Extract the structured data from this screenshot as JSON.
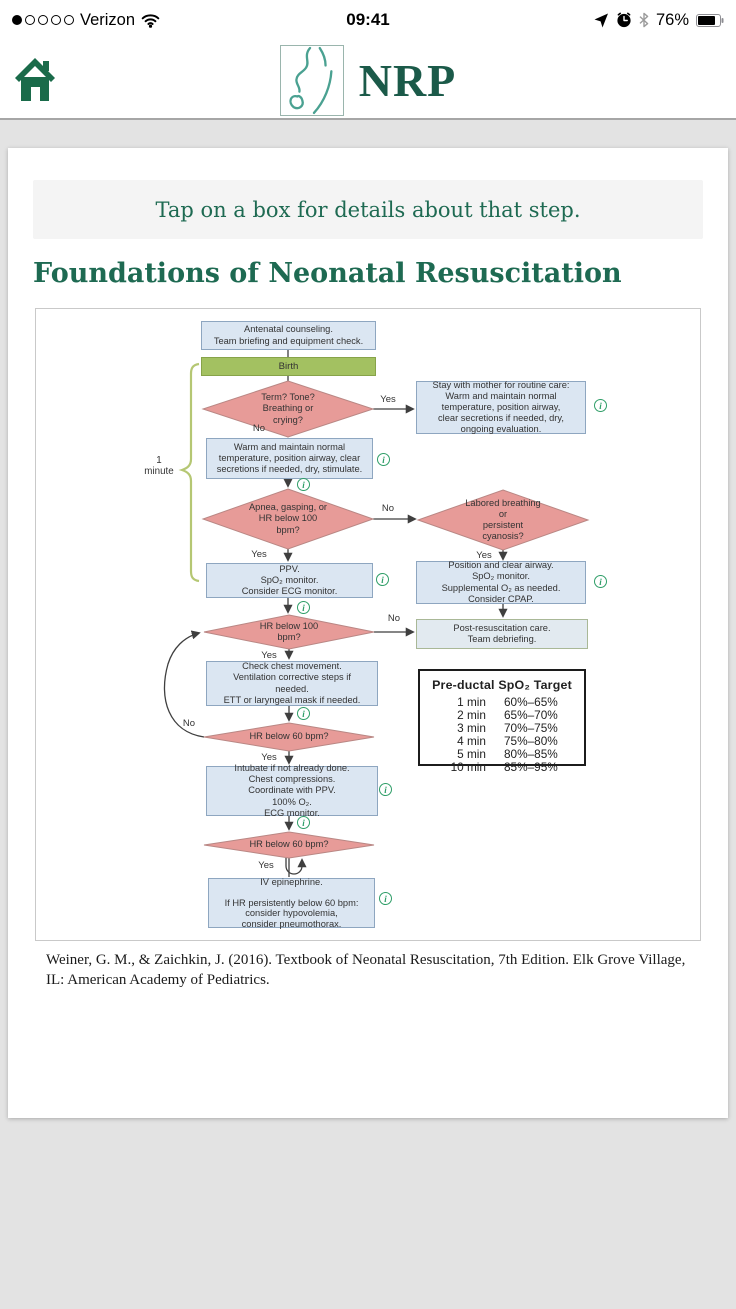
{
  "status_bar": {
    "carrier": "Verizon",
    "time": "09:41",
    "battery_percent": "76%"
  },
  "header": {
    "app_title": "NRP"
  },
  "notice_banner": {
    "text": "Tap on a box for details about that step."
  },
  "page": {
    "title": "Foundations of Neonatal Resuscitation"
  },
  "flowchart": {
    "labels": {
      "yes": "Yes",
      "no": "No",
      "one_minute": "1\nminute"
    },
    "info_icon_glyph": "i",
    "nodes": {
      "antenatal": "Antenatal counseling.\nTeam briefing and equipment check.",
      "birth": "Birth",
      "term_tone": "Term? Tone?\nBreathing or\ncrying?",
      "stay_mother": "Stay with mother for routine care:\nWarm and maintain normal\ntemperature, position airway,\nclear secretions if needed, dry,\nongoing evaluation.",
      "warm": "Warm and maintain normal\ntemperature, position airway, clear\nsecretions if needed, dry, stimulate.",
      "apnea": "Apnea, gasping, or\nHR below 100\nbpm?",
      "labored": "Labored breathing\nor\npersistent\ncyanosis?",
      "ppv": "PPV.\nSpO₂ monitor.\nConsider ECG monitor.",
      "position_airway": "Position and clear airway.\nSpO₂ monitor.\nSupplemental O₂ as needed.\nConsider CPAP.",
      "hr100": "HR below 100\nbpm?",
      "post_resus": "Post-resuscitation care.\nTeam debriefing.",
      "check_chest": "Check chest movement.\nVentilation corrective steps if\nneeded.\nETT or laryngeal mask if needed.",
      "hr60_first": "HR below 60 bpm?",
      "intubate": "Intubate if not already done.\nChest compressions.\nCoordinate with PPV.\n100% O₂.\nECG monitor.",
      "hr60_second": "HR below 60 bpm?",
      "epinephrine": "IV epinephrine.\n\nIf HR persistently below 60 bpm:\nconsider hypovolemia,\nconsider pneumothorax."
    },
    "spo2_table": {
      "title": "Pre-ductal SpO₂ Target",
      "rows": [
        [
          "1 min",
          "60%–65%"
        ],
        [
          "2 min",
          "65%–70%"
        ],
        [
          "3 min",
          "70%–75%"
        ],
        [
          "4 min",
          "75%–80%"
        ],
        [
          "5 min",
          "80%–85%"
        ],
        [
          "10 min",
          "85%–95%"
        ]
      ]
    }
  },
  "citation": {
    "text": "Weiner, G. M., & Zaichkin, J. (2016). Textbook of Neonatal Resuscitation, 7th Edition. Elk Grove Village, IL: American Academy of Pediatrics."
  },
  "colors": {
    "accent_green": "#1e6a52",
    "logo_teal": "#4aa191",
    "flow_blue_fill": "#dbe6f2",
    "flow_pink_fill": "#e79b98",
    "flow_green_fill": "#a3c161",
    "post_fill": "#e2eaf0",
    "info_icon_green": "#2f9e68",
    "brace_green": "#b5c773"
  }
}
